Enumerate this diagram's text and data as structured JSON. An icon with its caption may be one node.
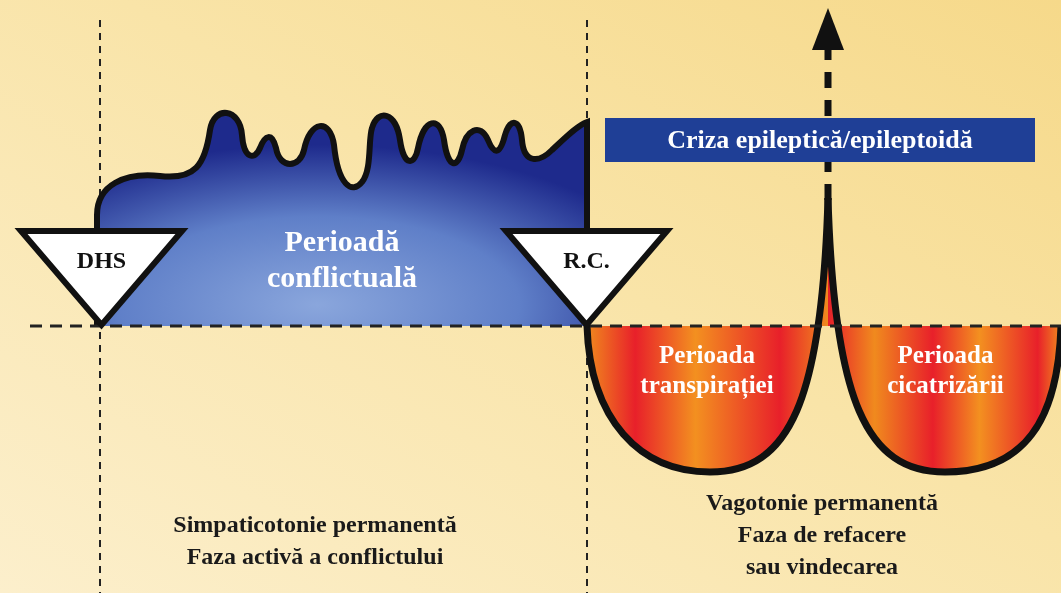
{
  "diagram": {
    "nodes": [
      {
        "text": [
          "DHS"
        ]
      },
      {
        "text": [
          "Perioadă conflictuală"
        ]
      },
      {
        "text": [
          "R.C."
        ]
      },
      {
        "text": [
          "Criza epileptică/epileptoidă"
        ]
      },
      {
        "text": [
          "Perioada transpirației"
        ]
      },
      {
        "text": [
          "Perioada cicatrizării"
        ]
      }
    ],
    "labels": [
      "Simpaticotonie permanentă",
      "Faza activă a conflictului",
      "Vagotonie permanentă",
      "Faza de refacere",
      "sau vindecarea"
    ]
  }
}
